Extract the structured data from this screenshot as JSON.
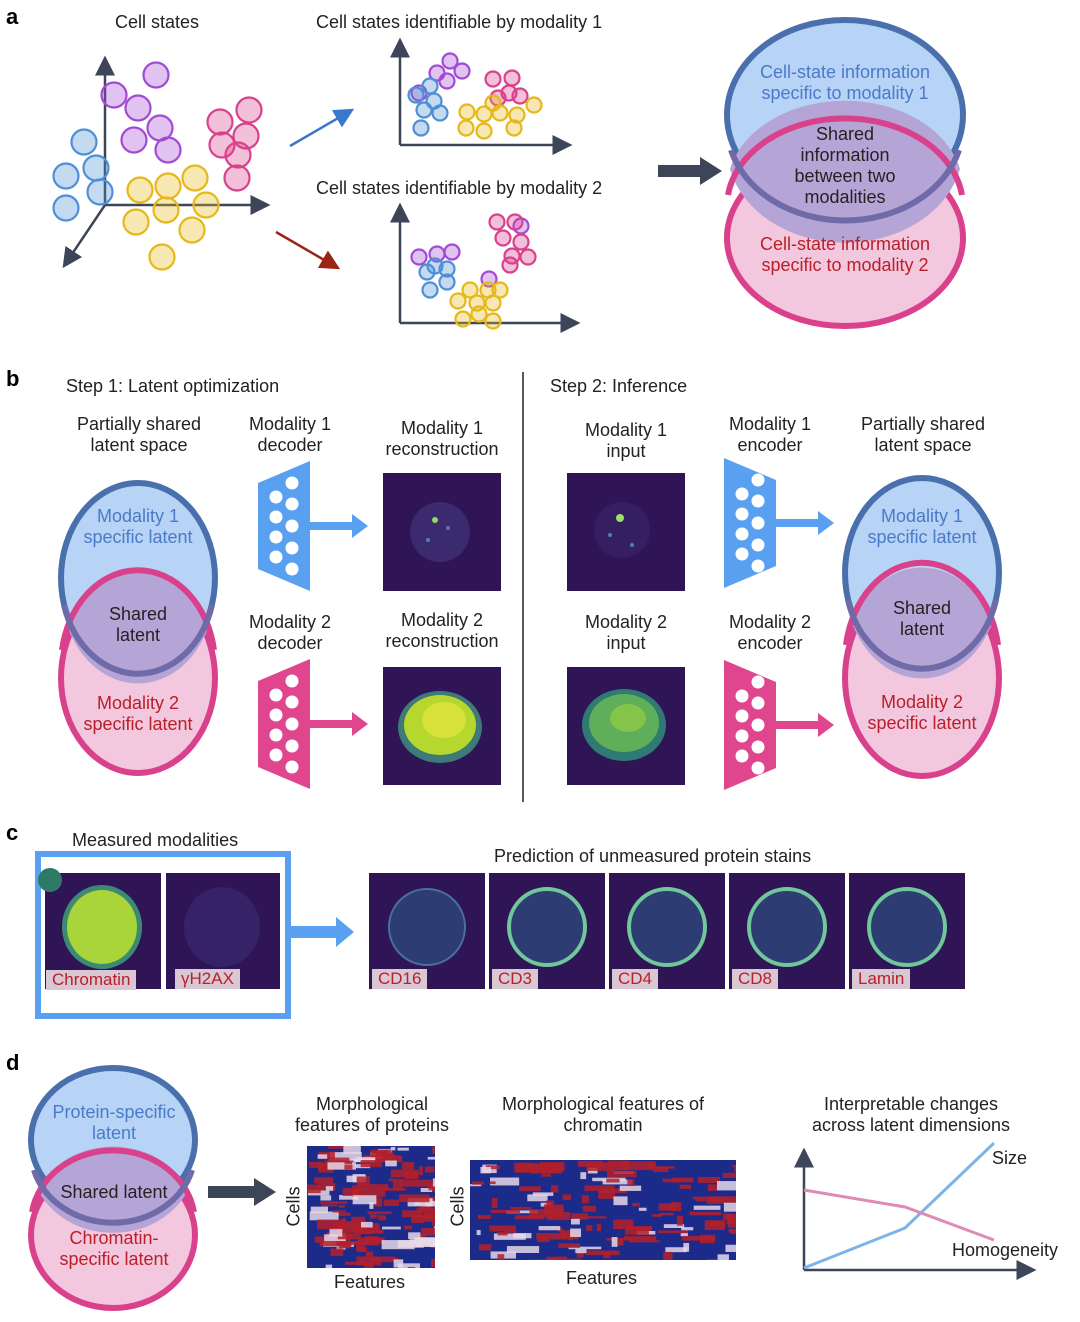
{
  "panels": {
    "a": "a",
    "b": "b",
    "c": "c",
    "d": "d"
  },
  "a": {
    "cell_states": "Cell states",
    "modality1_title": "Cell states identifiable by modality 1",
    "modality2_title": "Cell states identifiable by modality 2",
    "venn_top": "Cell-state information specific to modality 1",
    "venn_shared": "Shared information between two modalities",
    "venn_bottom": "Cell-state information specific to modality 2"
  },
  "b": {
    "step1": "Step 1: Latent optimization",
    "step2": "Step 2: Inference",
    "partially_shared": "Partially shared latent space",
    "mod1_decoder": "Modality 1 decoder",
    "mod2_decoder": "Modality 2 decoder",
    "mod1_recon": "Modality 1 reconstruction",
    "mod2_recon": "Modality 2 reconstruction",
    "mod1_input": "Modality 1 input",
    "mod2_input": "Modality 2 input",
    "mod1_encoder": "Modality 1 encoder",
    "mod2_encoder": "Modality 2 encoder",
    "venn_top": "Modality 1 specific latent",
    "venn_shared": "Shared latent",
    "venn_bottom": "Modality 2 specific latent"
  },
  "c": {
    "measured": "Measured modalities",
    "prediction": "Prediction of unmeasured protein stains",
    "measured_labels": [
      "Chromatin",
      "γH2AX"
    ],
    "predicted_labels": [
      "CD16",
      "CD3",
      "CD4",
      "CD8",
      "Lamin"
    ]
  },
  "d": {
    "venn_top": "Protein-specific latent",
    "venn_shared": "Shared latent",
    "venn_bottom": "Chromatin-specific latent",
    "morph_proteins": "Morphological features of proteins",
    "morph_chromatin": "Morphological features of chromatin",
    "cells": "Cells",
    "features": "Features",
    "interp": "Interpretable changes across latent dimensions",
    "size": "Size",
    "homogeneity": "Homogeneity"
  },
  "colors": {
    "blue_fill": "#b7d3f5",
    "blue_stroke": "#4a6fad",
    "pink_fill": "#f3c7dd",
    "pink_stroke": "#d9418d",
    "shared_fill": "#b4a5d6",
    "arrow_blue": "#5aa0f0",
    "arrow_pink": "#e0468e",
    "dark": "#3d4658",
    "dot_blue": "#4f8fd6",
    "dot_purple": "#a24ad6",
    "dot_pink": "#d9418d",
    "dot_yellow": "#e6b818",
    "bg_image": "#3a1a5c",
    "cell_green": "#b8d830"
  }
}
